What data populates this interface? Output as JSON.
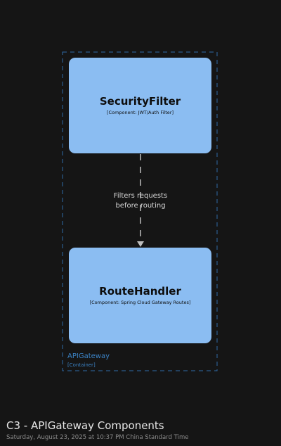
{
  "diagram": {
    "title": "C3 - APIGateway Components",
    "subtitle": "Saturday, August 23, 2025 at 10:37 PM China Standard Time",
    "boundary": {
      "name": "APIGateway",
      "type": "[Container]"
    },
    "components": [
      {
        "name": "SecurityFilter",
        "description": "[Component: JWT/Auth Filter]"
      },
      {
        "name": "RouteHandler",
        "description": "[Component: Spring Cloud Gateway Routes]"
      }
    ],
    "relationship": {
      "line1": "Filters requests",
      "line2": "before routing"
    },
    "colors": {
      "background": "#151515",
      "component_fill": "#8bbdf2",
      "boundary_stroke": "#2f6aa8",
      "relationship_stroke": "#bdbdbd"
    }
  }
}
